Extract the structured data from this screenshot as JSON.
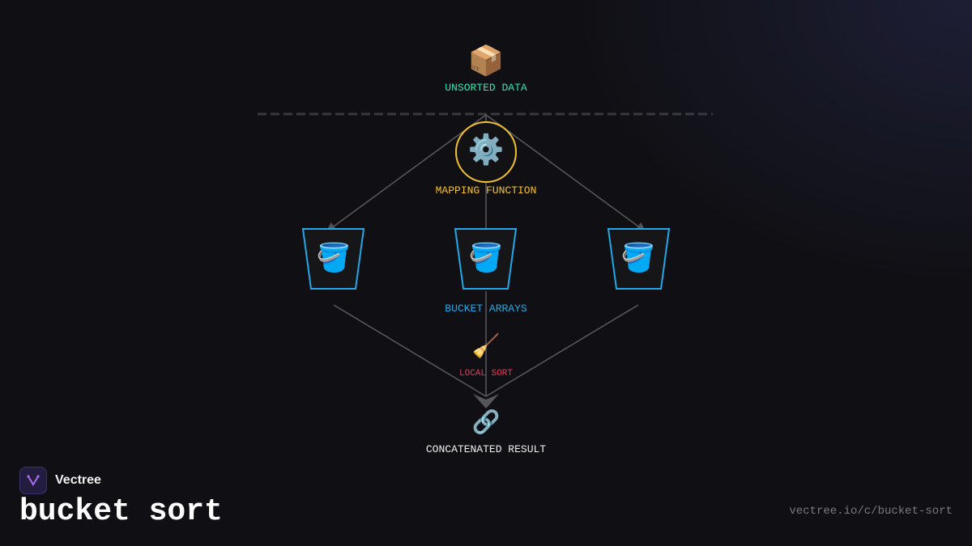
{
  "nodes": {
    "unsorted": {
      "label": "UNSORTED DATA",
      "icon": "package-icon",
      "color": "#2ee6b0"
    },
    "mapping": {
      "label": "MAPPING FUNCTION",
      "icon": "gear-icon",
      "color": "#f2c12e"
    },
    "buckets": {
      "label": "BUCKET ARRAYS",
      "icon": "bucket-icon",
      "color": "#22a8e8",
      "count": 3
    },
    "local_sort": {
      "label": "LOCAL SORT",
      "icon": "broom-icon",
      "color": "#e8355e"
    },
    "result": {
      "label": "CONCATENATED RESULT",
      "icon": "link-icon",
      "color": "#f0f0f0"
    }
  },
  "brand": {
    "name": "Vectree",
    "icon": "vectree-logo"
  },
  "title": "bucket sort",
  "url": "vectree.io/c/bucket-sort"
}
